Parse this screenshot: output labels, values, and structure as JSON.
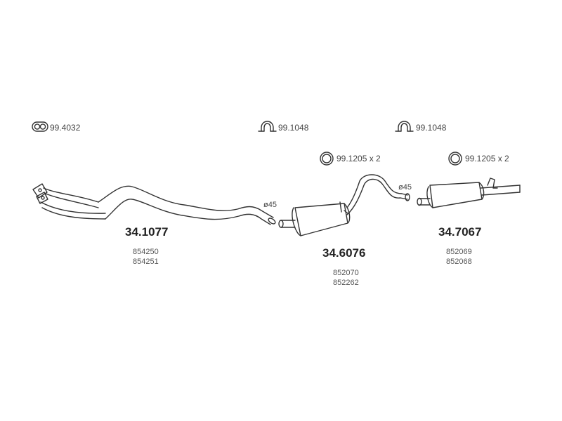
{
  "colors": {
    "line": "#333333",
    "text": "#333333",
    "background": "#ffffff"
  },
  "accessories": {
    "gasket_double": {
      "code": "99.4032",
      "icon": "double-ring-gasket-icon"
    },
    "clamp_front": {
      "code": "99.1048",
      "icon": "u-clamp-icon"
    },
    "clamp_rear": {
      "code": "99.1048",
      "icon": "u-clamp-icon"
    },
    "ring_middle": {
      "code": "99.1205 x 2",
      "icon": "ring-gasket-icon"
    },
    "ring_rear": {
      "code": "99.1205 x 2",
      "icon": "ring-gasket-icon"
    }
  },
  "parts": {
    "front_pipe": {
      "number": "34.1077",
      "oem": [
        "854250",
        "854251"
      ],
      "diameter": "ø45"
    },
    "middle_silencer": {
      "number": "34.6076",
      "oem": [
        "852070",
        "852262"
      ],
      "diameter": "ø45"
    },
    "rear_silencer": {
      "number": "34.7067",
      "oem": [
        "852069",
        "852068"
      ]
    }
  }
}
